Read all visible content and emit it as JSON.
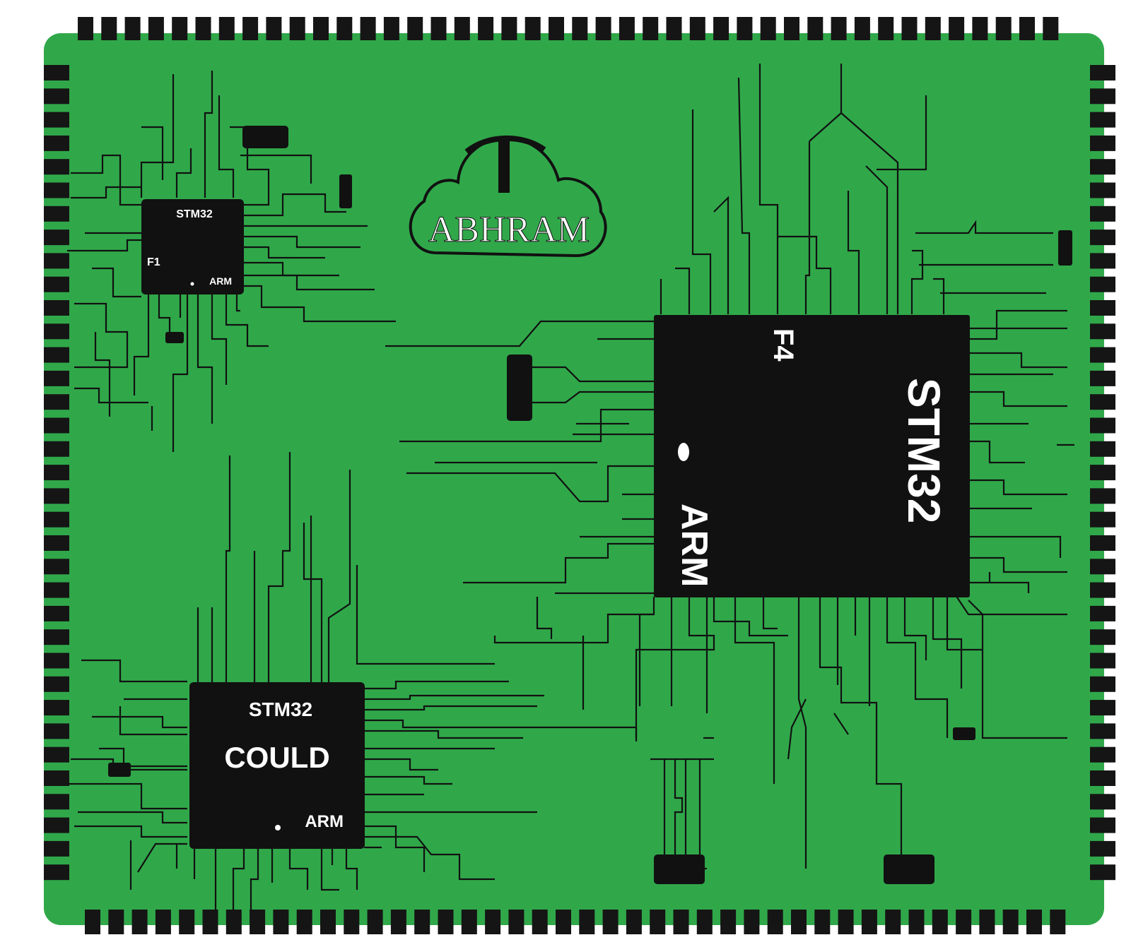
{
  "colors": {
    "board": "#30a84a",
    "chip": "#111111",
    "trace": "#111111",
    "pin": "#151515",
    "text_light": "#ffffff",
    "logo_stroke": "#111111",
    "logo_text": "#ffffff"
  },
  "logo": {
    "icon": "cloud-logo-icon",
    "text": "ABHRAM"
  },
  "chips": {
    "f1": {
      "brand": "STM32",
      "series": "F1",
      "core": "ARM"
    },
    "f4": {
      "brand": "STM32",
      "series": "F4",
      "core": "ARM"
    },
    "could": {
      "brand": "STM32",
      "name": "COULD",
      "core": "ARM"
    }
  }
}
